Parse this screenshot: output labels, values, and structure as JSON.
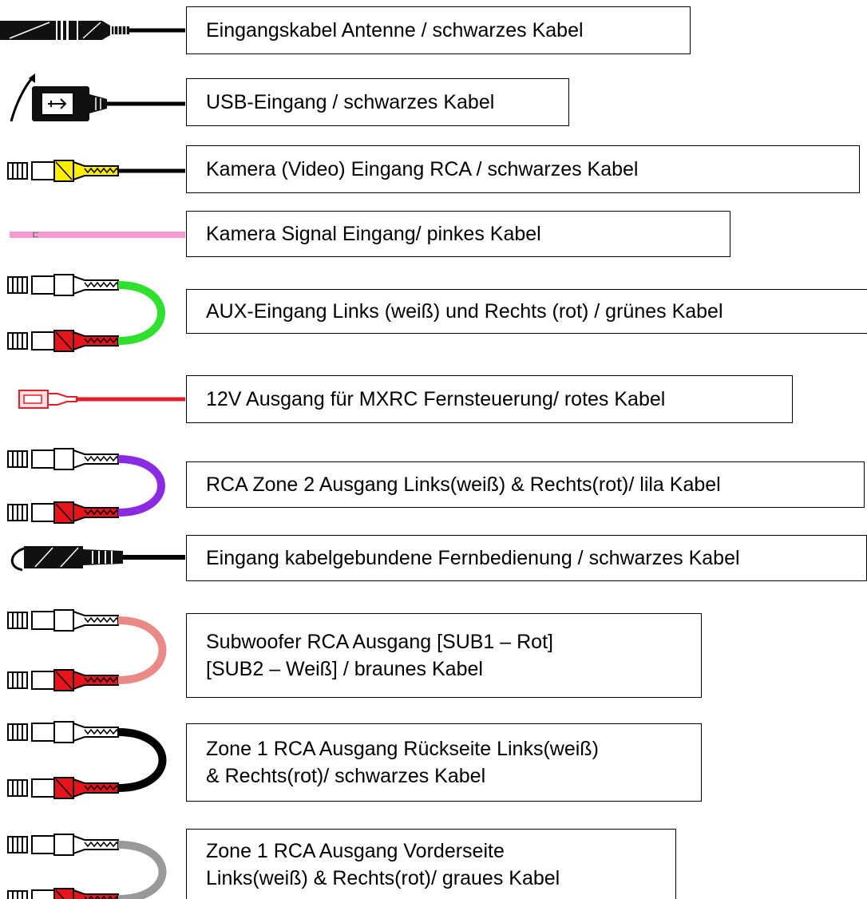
{
  "rows": [
    {
      "label": "Eingangskabel Antenne / schwarzes Kabel",
      "connector": "antenna-plug",
      "cable_color": "#000000"
    },
    {
      "label": "USB-Eingang / schwarzes Kabel",
      "connector": "usb-plug",
      "cable_color": "#000000"
    },
    {
      "label": "Kamera (Video) Eingang RCA / schwarzes Kabel",
      "connector": "rca-yellow",
      "cable_color": "#000000"
    },
    {
      "label": "Kamera Signal Eingang/ pinkes Kabel",
      "connector": "wire-end",
      "cable_color": "#f29cd2"
    },
    {
      "label": "AUX-Eingang Links (weiß) und Rechts (rot) / grünes Kabel",
      "connector": "rca-pair",
      "cable_color": "#2fe02f"
    },
    {
      "label": "12V Ausgang für MXRC Fernsteuerung/ rotes Kabel",
      "connector": "spade-terminal",
      "cable_color": "#e61e2a"
    },
    {
      "label": "RCA Zone 2 Ausgang Links(weiß) & Rechts(rot)/ lila Kabel",
      "connector": "rca-pair",
      "cable_color": "#8a2be2"
    },
    {
      "label": "Eingang kabelgebundene Fernbedienung / schwarzes Kabel",
      "connector": "remote-plug",
      "cable_color": "#000000"
    },
    {
      "label_lines": [
        "Subwoofer RCA Ausgang [SUB1 – Rot]",
        "[SUB2 – Weiß] / braunes Kabel"
      ],
      "connector": "rca-pair",
      "cable_color": "#e98a86"
    },
    {
      "label_lines": [
        "Zone 1 RCA Ausgang Rückseite Links(weiß)",
        "& Rechts(rot)/ schwarzes Kabel"
      ],
      "connector": "rca-pair",
      "cable_color": "#000000"
    },
    {
      "label_lines": [
        "Zone 1 RCA Ausgang Vorderseite",
        "Links(weiß) & Rechts(rot)/ graues Kabel"
      ],
      "connector": "rca-pair",
      "cable_color": "#999999"
    }
  ],
  "colors": {
    "rca_white": "#ffffff",
    "rca_red": "#e8141c",
    "rca_yellow": "#ffee00",
    "outline": "#000000"
  }
}
